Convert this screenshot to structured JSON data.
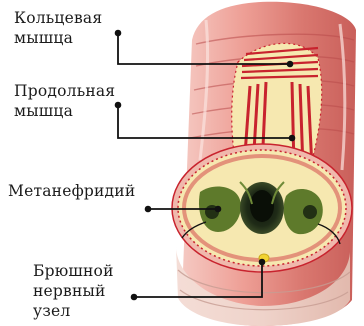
{
  "labels": {
    "ring_muscle": [
      "Кольцевая",
      "мышца"
    ],
    "long_muscle": [
      "Продольная",
      "мышца"
    ],
    "metanephridium": [
      "Метанефридий"
    ],
    "nerve_node": [
      "Брюшной",
      "нервный",
      "узел"
    ]
  },
  "colors": {
    "body_pink": "#e8a3a0",
    "muscle_red": "#c8232e",
    "tissue_cream": "#f6e8b0",
    "organ_green": "#5e7a2b",
    "gut_dark": "#1c2616",
    "nerve_yellow": "#f2d332",
    "leader_line": "#111111"
  }
}
